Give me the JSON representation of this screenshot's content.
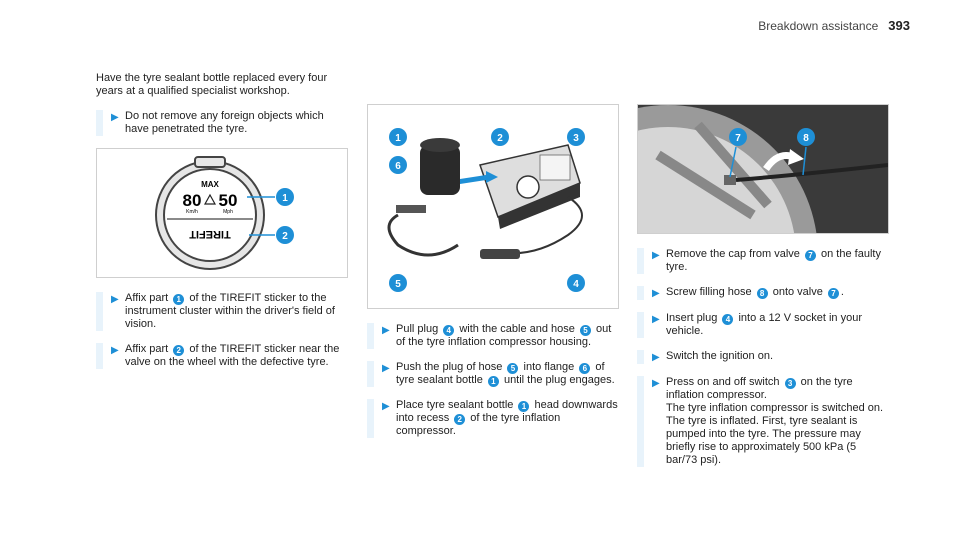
{
  "header": {
    "section": "Breakdown assistance",
    "page_number": "393"
  },
  "column1": {
    "intro": "Have the tyre sealant bottle replaced every four years at a qualified specialist workshop.",
    "step_note": "Do not remove any foreign objects which have penetrated the tyre.",
    "sticker": {
      "max": "MAX",
      "kmh_value": "80",
      "mph_value": "50",
      "kmh": "Km/h",
      "mph": "Mph",
      "brand": "TIREFIT",
      "callout1": "1",
      "callout2": "2"
    },
    "steps": [
      {
        "a": "Affix part ",
        "n": "1",
        "b": " of the TIREFIT sticker to the instrument cluster within the driver's field of vision."
      },
      {
        "a": "Affix part ",
        "n": "2",
        "b": " of the TIREFIT sticker near the valve on the wheel with the defective tyre."
      }
    ]
  },
  "column2": {
    "callouts": [
      "1",
      "2",
      "3",
      "6",
      "5",
      "4"
    ],
    "steps": [
      {
        "a": "Pull plug ",
        "n1": "4",
        "b": " with the cable and hose ",
        "n2": "5",
        "c": " out of the tyre inflation compressor housing."
      },
      {
        "a": "Push the plug of hose ",
        "n1": "5",
        "b": " into flange ",
        "n2": "6",
        "c": " of tyre sealant bottle ",
        "n3": "1",
        "d": " until the plug engages."
      },
      {
        "a": "Place tyre sealant bottle ",
        "n1": "1",
        "b": " head downwards into recess ",
        "n2": "2",
        "c": " of the tyre inflation compressor."
      }
    ]
  },
  "column3": {
    "callouts": [
      "7",
      "8"
    ],
    "steps": [
      {
        "a": "Remove the cap from valve ",
        "n1": "7",
        "b": " on the faulty tyre."
      },
      {
        "a": "Screw filling hose ",
        "n1": "8",
        "b": " onto valve ",
        "n2": "7",
        "c": "."
      },
      {
        "a": "Insert plug ",
        "n1": "4",
        "b": " into a 12 V socket in your vehicle."
      },
      {
        "a": "Switch the ignition on."
      },
      {
        "a": "Press on and off switch ",
        "n1": "3",
        "b": " on the tyre inflation compressor.",
        "c": "The tyre inflation compressor is switched on.",
        "d": "The tyre is inflated. First, tyre sealant is pumped into the tyre. The pressure may briefly rise to approximately 500 kPa (5 bar/73 psi)."
      }
    ]
  },
  "colors": {
    "accent": "#1e8fd6",
    "step_bar": "#e8f3fb"
  }
}
